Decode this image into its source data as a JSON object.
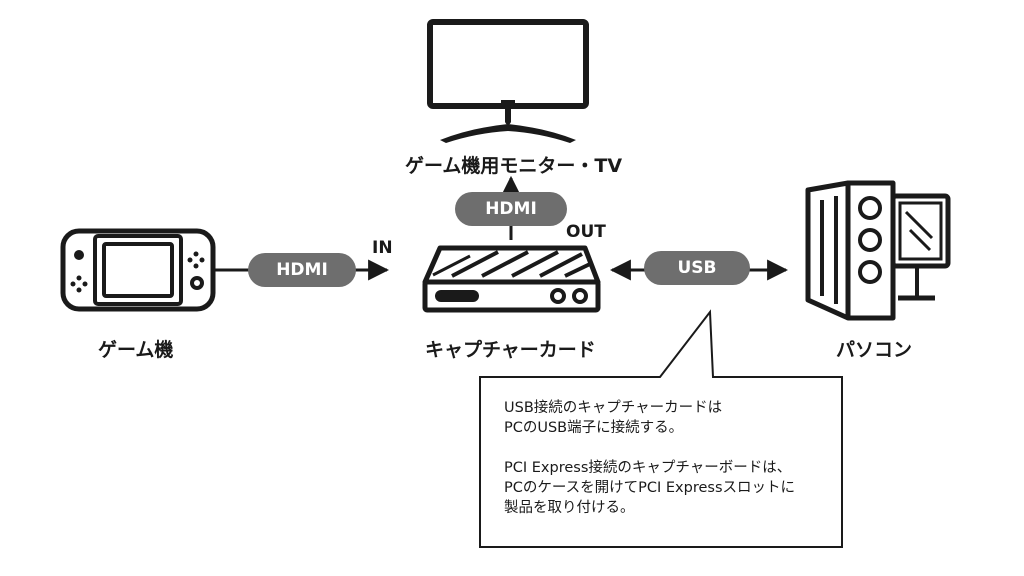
{
  "nodes": {
    "game_console": "ゲーム機",
    "capture_card": "キャプチャーカード",
    "monitor": "ゲーム機用モニター・TV",
    "pc": "パソコン"
  },
  "connections": {
    "console_to_card": "HDMI",
    "card_to_monitor": "HDMI",
    "card_to_pc": "USB"
  },
  "ports": {
    "in": "IN",
    "out": "OUT"
  },
  "callout": {
    "para1": "USB接続のキャプチャーカードは\nPCのUSB端子に接続する。",
    "para2": "PCI Express接続のキャプチャーボードは、\nPCのケースを開けてPCI Expressスロットに\n製品を取り付ける。"
  },
  "colors": {
    "stroke": "#1a1a1a",
    "pill": "#6e6e6e"
  }
}
